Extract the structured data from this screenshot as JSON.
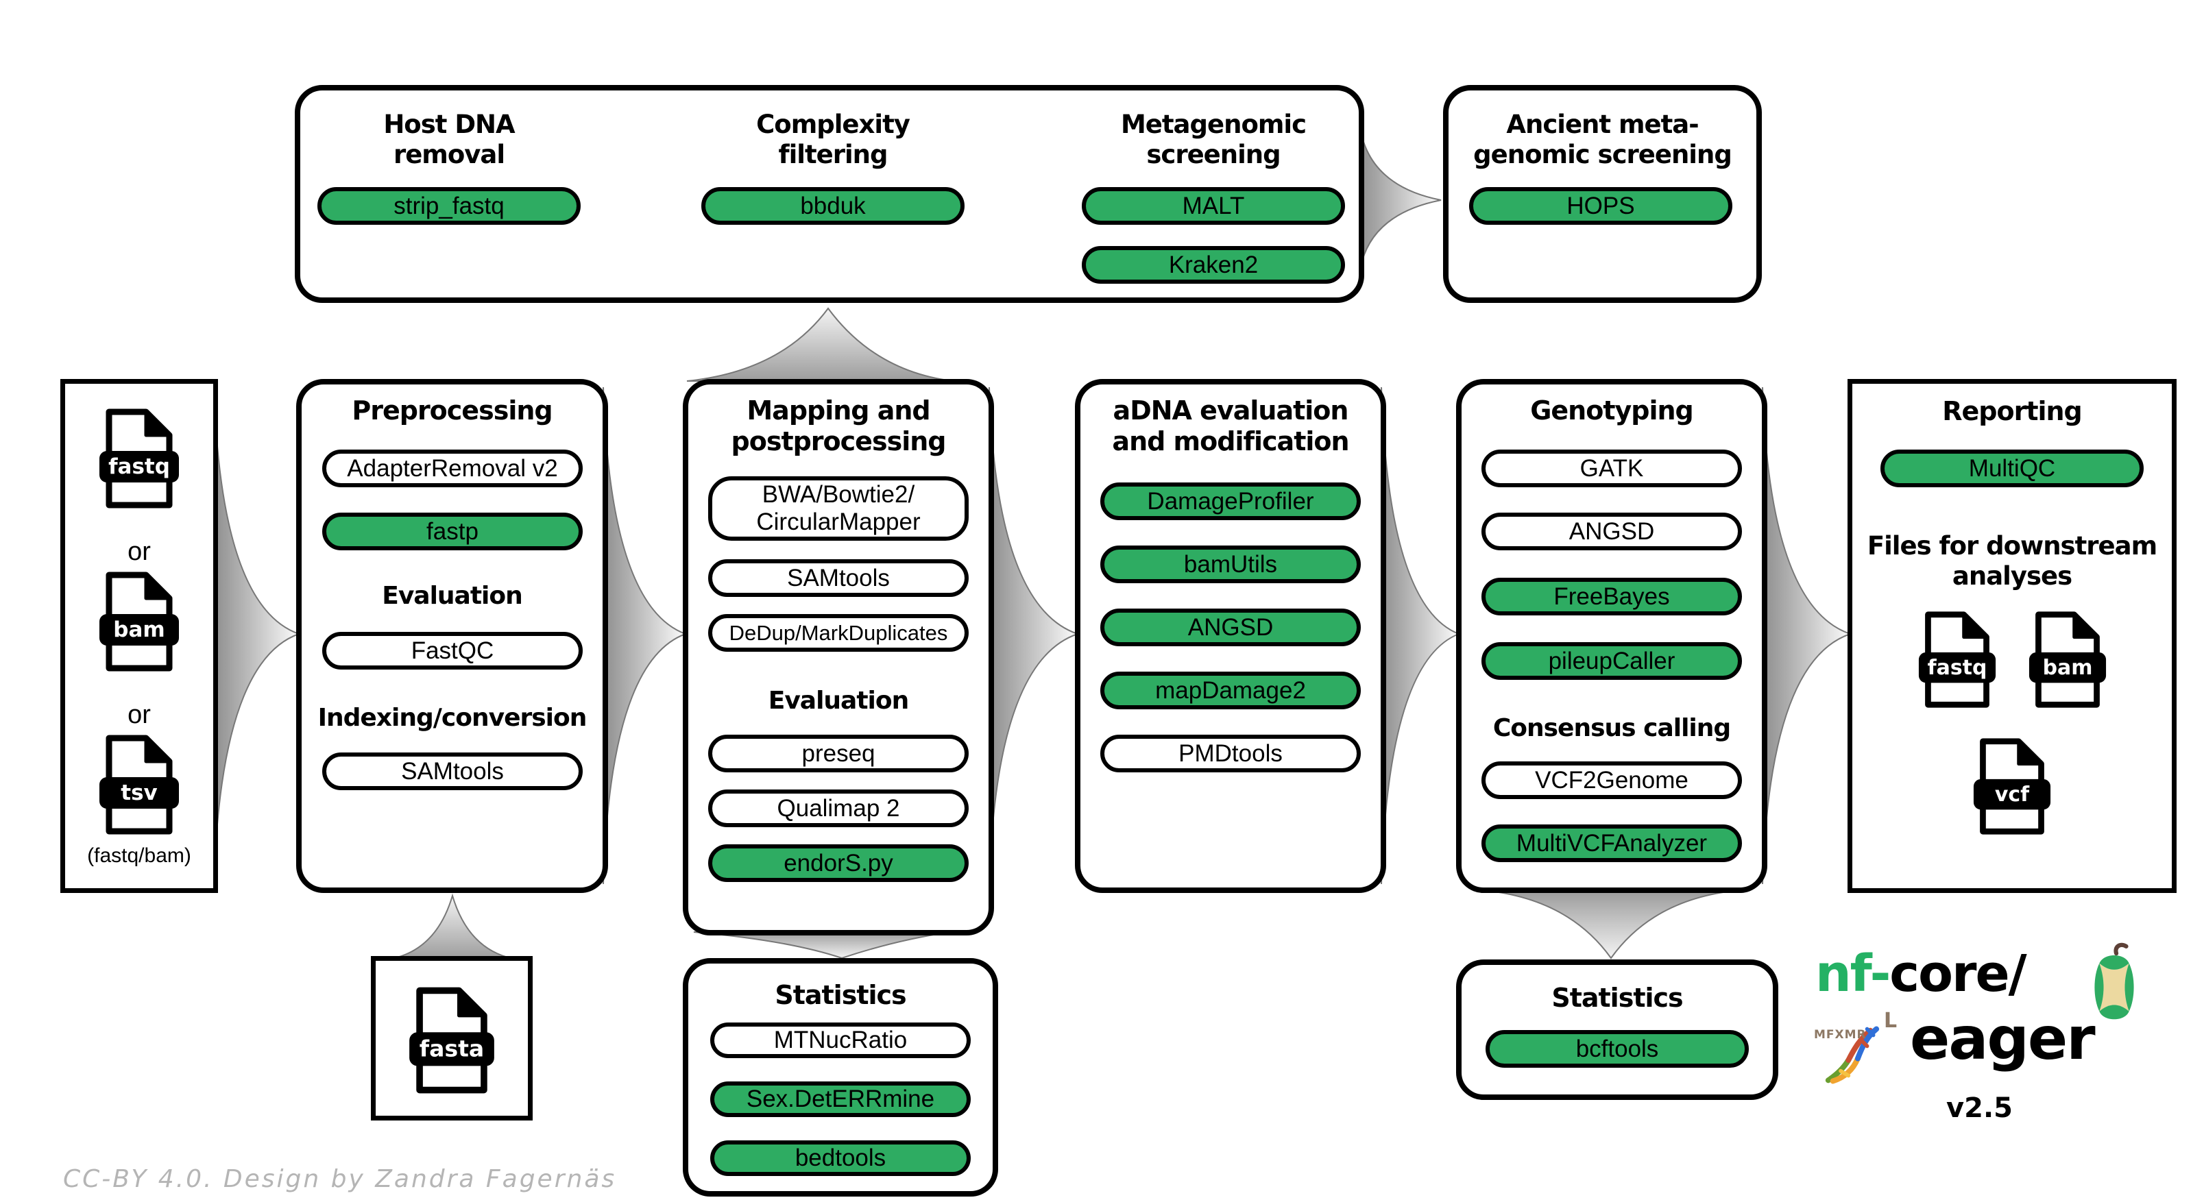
{
  "palette": {
    "tool_green": "#2eac62",
    "logo_green": "#24b164",
    "arrow_dark": "#8e8e8e",
    "arrow_light": "#fbfbfb",
    "credit_gray": "#b5b5b5"
  },
  "top_box": {
    "columns": [
      {
        "title": "Host DNA\nremoval",
        "tools": [
          {
            "label": "strip_fastq",
            "filled": true
          }
        ]
      },
      {
        "title": "Complexity\nfiltering",
        "tools": [
          {
            "label": "bbduk",
            "filled": true
          }
        ]
      },
      {
        "title": "Metagenomic\nscreening",
        "tools": [
          {
            "label": "MALT",
            "filled": true
          },
          {
            "label": "Kraken2",
            "filled": true
          }
        ]
      }
    ]
  },
  "ancient_box": {
    "title": "Ancient meta-\ngenomic screening",
    "tools": [
      {
        "label": "HOPS",
        "filled": true
      }
    ]
  },
  "input_box": {
    "formats": [
      "fastq",
      "bam",
      "tsv"
    ],
    "or_label": "or",
    "caption": "(fastq/bam)"
  },
  "preprocessing": {
    "title": "Preprocessing",
    "rows": [
      {
        "label": "AdapterRemoval v2",
        "filled": false
      },
      {
        "label": "fastp",
        "filled": true
      },
      {
        "label": "Evaluation",
        "header": true
      },
      {
        "label": "FastQC",
        "filled": false
      },
      {
        "label": "Indexing/conversion",
        "header": true
      },
      {
        "label": "SAMtools",
        "filled": false
      }
    ]
  },
  "mapping": {
    "title": "Mapping and\npostprocessing",
    "rows": [
      {
        "label": "BWA/Bowtie2/\nCircularMapper",
        "filled": false
      },
      {
        "label": "SAMtools",
        "filled": false
      },
      {
        "label": "DeDup/MarkDuplicates",
        "filled": false
      },
      {
        "label": "Evaluation",
        "header": true
      },
      {
        "label": "preseq",
        "filled": false
      },
      {
        "label": "Qualimap 2",
        "filled": false
      },
      {
        "label": "endorS.py",
        "filled": true
      }
    ]
  },
  "adna": {
    "title": "aDNA evaluation\nand modification",
    "rows": [
      {
        "label": "DamageProfiler",
        "filled": true
      },
      {
        "label": "bamUtils",
        "filled": true
      },
      {
        "label": "ANGSD",
        "filled": true
      },
      {
        "label": "mapDamage2",
        "filled": true
      },
      {
        "label": "PMDtools",
        "filled": false
      }
    ]
  },
  "genotyping": {
    "title": "Genotyping",
    "rows": [
      {
        "label": "GATK",
        "filled": false
      },
      {
        "label": "ANGSD",
        "filled": false
      },
      {
        "label": "FreeBayes",
        "filled": true
      },
      {
        "label": "pileupCaller",
        "filled": true
      },
      {
        "label": "Consensus calling",
        "header": true
      },
      {
        "label": "VCF2Genome",
        "filled": false
      },
      {
        "label": "MultiVCFAnalyzer",
        "filled": true
      }
    ]
  },
  "reporting": {
    "title": "Reporting",
    "tool": "MultiQC",
    "files_heading": "Files for downstream\nanalyses",
    "files": [
      "fastq",
      "bam",
      "vcf"
    ]
  },
  "fasta_box": {
    "format": "fasta"
  },
  "statistics_mapping": {
    "title": "Statistics",
    "rows": [
      {
        "label": "MTNucRatio",
        "filled": false
      },
      {
        "label": "Sex.DetERRmine",
        "filled": true
      },
      {
        "label": "bedtools",
        "filled": true
      }
    ]
  },
  "statistics_genotyping": {
    "title": "Statistics",
    "rows": [
      {
        "label": "bcftools",
        "filled": true
      }
    ]
  },
  "logo": {
    "brand_green": "nf",
    "dash": "-",
    "brand_black": "core/",
    "pipeline": "eager",
    "version": "v2.5",
    "runes": "MFXMR",
    "rune_l": "L"
  },
  "footer": {
    "credit": "CC-BY 4.0. Design by Zandra Fagernäs"
  }
}
